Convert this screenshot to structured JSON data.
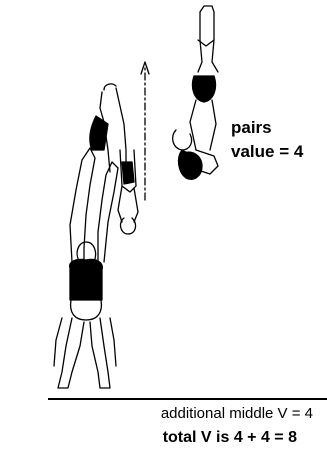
{
  "labels": {
    "pairs_line1": "pairs",
    "pairs_line2": "value = 4"
  },
  "captions": {
    "additional_middle": "additional middle V = 4",
    "total": "total V is 4 + 4 = 8"
  },
  "colors": {
    "ink": "#000000",
    "background": "#ffffff"
  }
}
